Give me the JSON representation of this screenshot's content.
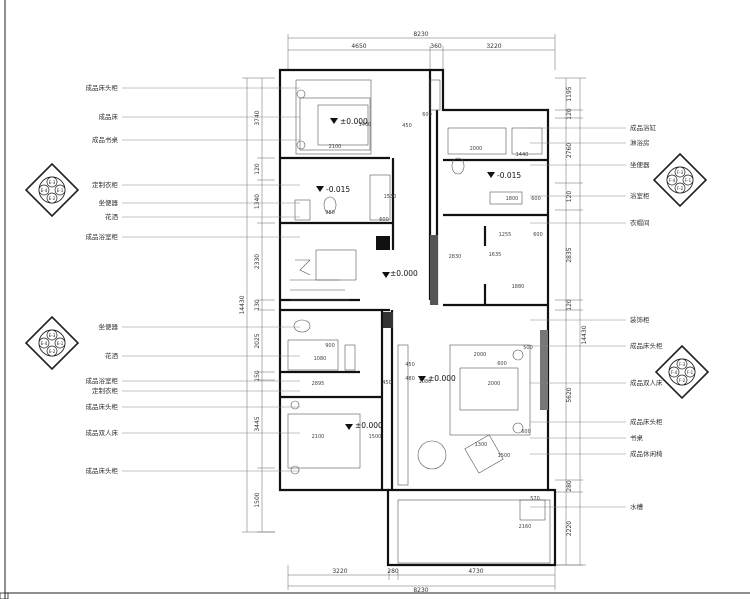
{
  "dimensions": {
    "top_total": "8230",
    "top_seg1": "4650",
    "top_seg2": "360",
    "top_seg3": "3220",
    "bottom_total": "8230",
    "bottom_seg1": "3220",
    "bottom_seg2": "280",
    "bottom_seg3": "4730",
    "left_total": "14430",
    "left_segs": [
      "3740",
      "120",
      "1340",
      "2330",
      "130",
      "2025",
      "150",
      "3445",
      "1500"
    ],
    "right_total": "14430",
    "right_segs": [
      "1195",
      "120",
      "2760",
      "120",
      "2835",
      "120",
      "5620",
      "280",
      "2220"
    ]
  },
  "levels": {
    "bedroom_top": "±0.000",
    "bath_left": "-0.015",
    "bath_right": "-0.015",
    "hall": "±0.000",
    "master": "±0.000",
    "bedroom_bottom": "±0.000"
  },
  "room_dims": [
    "2100",
    "1400",
    "980",
    "600",
    "1530",
    "450",
    "600",
    "2000",
    "1440",
    "1800",
    "1255",
    "600",
    "1635",
    "1880",
    "2830",
    "600",
    "900",
    "1080",
    "2895",
    "450",
    "1080",
    "2000",
    "600",
    "2000",
    "2100",
    "1500",
    "500",
    "600",
    "570",
    "2160",
    "450",
    "1300",
    "1500",
    "480"
  ],
  "left_labels": [
    "成品床头柜",
    "成品床",
    "成品书桌",
    "定制衣柜",
    "坐便器",
    "花洒",
    "成品浴室柜",
    "坐便器",
    "花洒",
    "成品浴室柜",
    "定制衣柜",
    "成品床头柜",
    "成品双人床",
    "成品床头柜"
  ],
  "right_labels": [
    "成品浴缸",
    "淋浴房",
    "坐便器",
    "浴室柜",
    "衣帽间",
    "装饰柜",
    "成品床头柜",
    "成品双人床",
    "成品床头柜",
    "书桌",
    "成品休闲椅",
    "水槽"
  ],
  "symbols": {
    "left_top": [
      "E-3",
      "E-1",
      "E-2",
      "E-4"
    ],
    "left_mid": [
      "E-3",
      "E-1",
      "E-2",
      "E-4"
    ],
    "right_top": [
      "F-3",
      "F-1",
      "F-2",
      "F-4"
    ],
    "right_mid": [
      "F-3",
      "F-1",
      "F-2",
      "F-4"
    ]
  }
}
